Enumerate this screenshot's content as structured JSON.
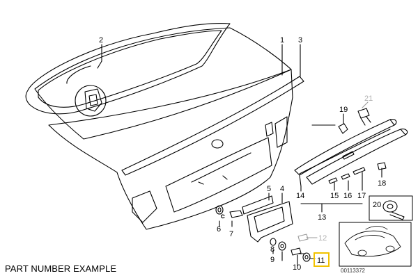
{
  "caption": "PART NUMBER EXAMPLE",
  "highlight_color": "#f2c200",
  "callouts": {
    "c1": "1",
    "c2": "2",
    "c3": "3",
    "c4": "4",
    "c5": "5",
    "c6": "6",
    "c7": "7",
    "c8": "8",
    "c9": "9",
    "c10": "10",
    "c11": "11",
    "c12": "12",
    "c13": "13",
    "c14": "14",
    "c15": "15",
    "c16": "16",
    "c17": "17",
    "c18": "18",
    "c19": "19",
    "c20": "20",
    "c21": "21"
  },
  "doc_code": "00113372",
  "icons": [
    "trunk-lid-drawing",
    "license-plate-light-drawing",
    "car-locator-icon",
    "adhesive-tape-icon"
  ]
}
